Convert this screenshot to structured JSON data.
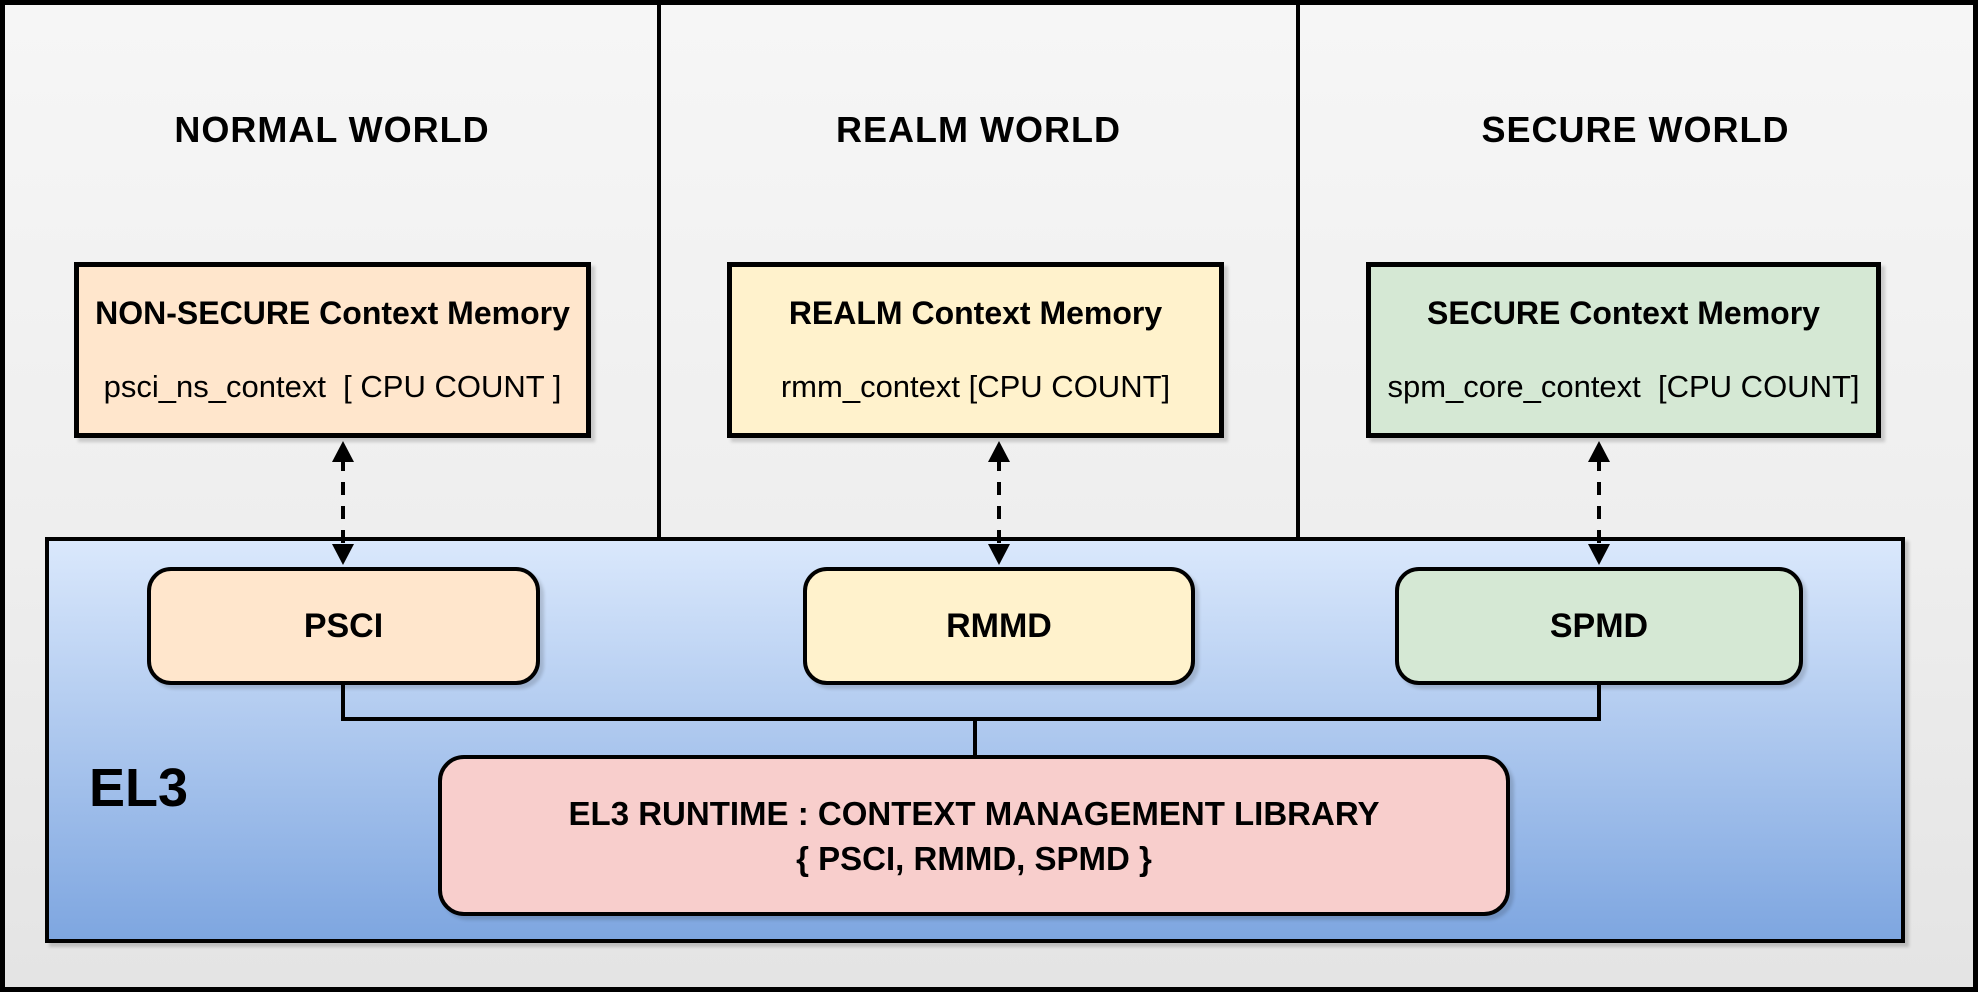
{
  "worlds": [
    {
      "title": "NORMAL WORLD",
      "memory_title": "NON-SECURE Context Memory",
      "memory_detail": "psci_ns_context  [ CPU COUNT ]",
      "color": "#ffe6cc"
    },
    {
      "title": "REALM WORLD",
      "memory_title": "REALM Context Memory",
      "memory_detail": "rmm_context [CPU COUNT]",
      "color": "#fff2cc"
    },
    {
      "title": "SECURE WORLD",
      "memory_title": "SECURE Context Memory",
      "memory_detail": "spm_core_context  [CPU COUNT]",
      "color": "#d5e8d4"
    }
  ],
  "el3": {
    "label": "EL3",
    "modules": [
      {
        "label": "PSCI",
        "color": "#ffe6cc"
      },
      {
        "label": "RMMD",
        "color": "#fff2cc"
      },
      {
        "label": "SPMD",
        "color": "#d5e8d4"
      }
    ],
    "runtime_line1": "EL3 RUNTIME : CONTEXT MANAGEMENT LIBRARY",
    "runtime_line2": "{ PSCI, RMMD, SPMD }"
  },
  "palette": {
    "el3_gradient_top": "#dae8fc",
    "el3_gradient_bottom": "#7ea6e0",
    "runtime_box": "#f8cecc",
    "line_color": "#000000",
    "panel_background_top": "#f6f6f6",
    "panel_background_bottom": "#e4e4e4"
  }
}
